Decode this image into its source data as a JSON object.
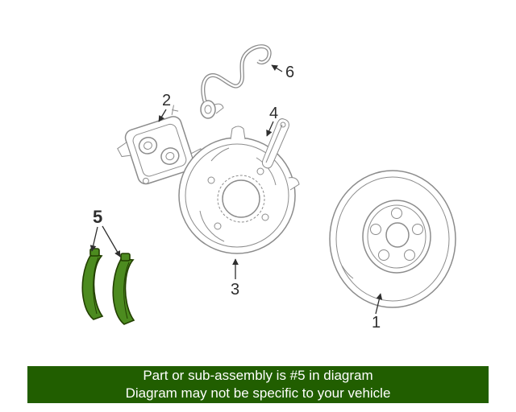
{
  "labels": {
    "p1": "1",
    "p2": "2",
    "p3": "3",
    "p4": "4",
    "p5": "5",
    "p6": "6"
  },
  "banner": {
    "line1": "Part or sub-assembly is #5 in diagram",
    "line2": "Diagram may not be specific to your vehicle"
  },
  "colors": {
    "banner-bg": "#215e00",
    "banner-text": "#ffffff",
    "highlight-fill": "#4c8b1f",
    "highlight-stroke": "#223f00",
    "line": "#8c8c8c",
    "label-text": "#2e2e2e"
  }
}
